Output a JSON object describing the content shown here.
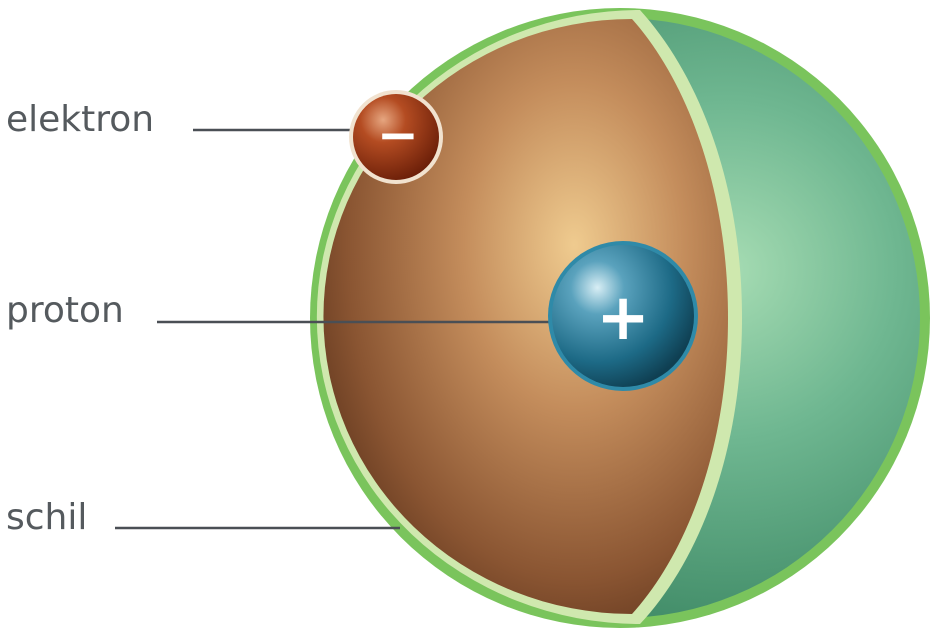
{
  "labels": {
    "electron": "elektron",
    "proton": "proton",
    "shell": "schil"
  },
  "symbols": {
    "electron_charge": "−",
    "proton_charge": "+"
  },
  "colors": {
    "label_text": "#555a5e",
    "leader_line": "#4a4f55",
    "shell_rim": "#c9e6a8",
    "shell_outer": "#7ac45c",
    "shell_green": "#5ea680",
    "interior_light": "#e9c184",
    "interior_dark": "#4a2714",
    "electron": "#8e2f10",
    "proton": "#1d6a86"
  }
}
